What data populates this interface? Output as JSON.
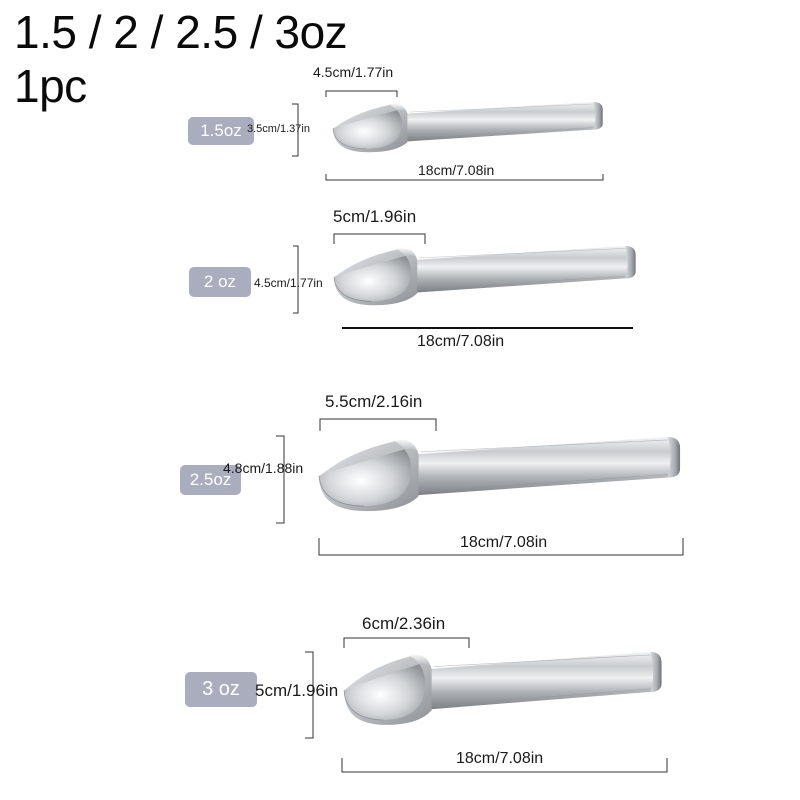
{
  "header": {
    "title": "1.5 / 2 / 2.5 / 3oz",
    "subtitle": "1pc"
  },
  "colors": {
    "badge": "#a9adbd",
    "metal_light": "#f4f5f6",
    "metal_dark": "#7b7f84"
  },
  "scoops": [
    {
      "size": "1.5oz",
      "bowl_width": "4.5cm/1.77in",
      "bowl_height": "3.5cm/1.37in",
      "length": "18cm/7.08in"
    },
    {
      "size": "2 oz",
      "bowl_width": "5cm/1.96in",
      "bowl_height": "4.5cm/1.77in",
      "length": "18cm/7.08in"
    },
    {
      "size": "2.5oz",
      "bowl_width": "5.5cm/2.16in",
      "bowl_height": "4.8cm/1.88in",
      "length": "18cm/7.08in"
    },
    {
      "size": "3 oz",
      "bowl_width": "6cm/2.36in",
      "bowl_height": "5cm/1.96in",
      "length": "18cm/7.08in"
    }
  ]
}
